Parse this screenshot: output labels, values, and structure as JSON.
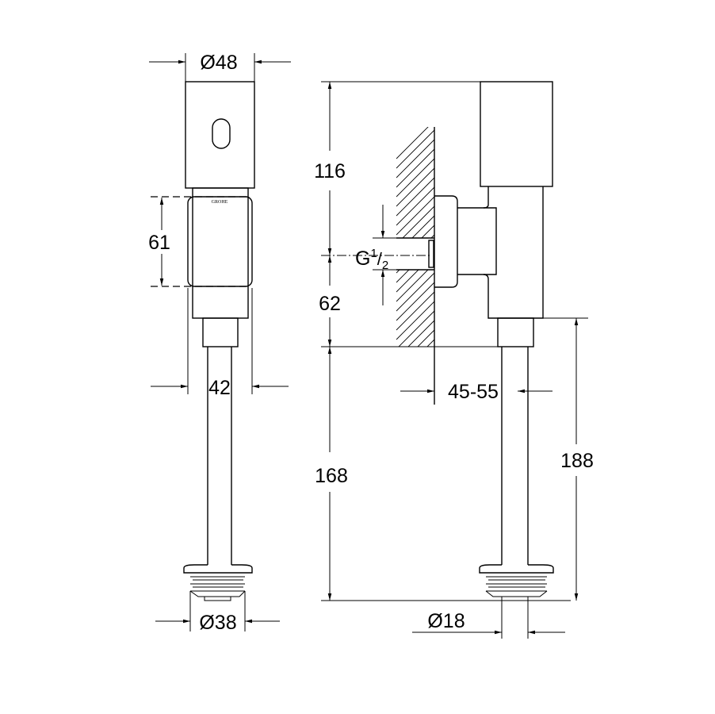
{
  "drawing": {
    "brand_logo": "GROHE",
    "dimensions": {
      "top_diameter": "Ø48",
      "cover_height": "61",
      "body_width": "42",
      "flange_diameter": "Ø38",
      "upper_height": "116",
      "thread": {
        "base": "G",
        "num": "1",
        "den": "2"
      },
      "lower_height": "62",
      "pipe_length": "168",
      "wall_distance": "45-55",
      "total_pipe_height": "188",
      "pipe_diameter": "Ø18"
    }
  }
}
